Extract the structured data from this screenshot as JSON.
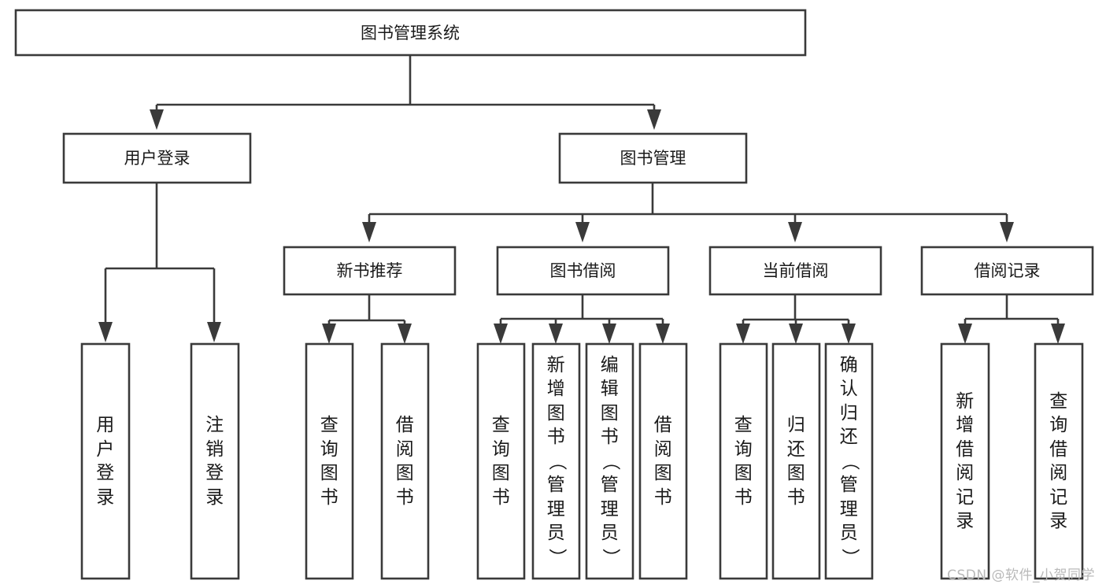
{
  "diagram": {
    "type": "tree-hierarchy-diagram",
    "title": "图书管理系统",
    "watermark": "CSDN @软件_小贺同学",
    "colors": {
      "box_stroke": "#3a3a3a",
      "box_fill": "#ffffff",
      "text": "#1a1a1a",
      "background": "#ffffff",
      "watermark": "#b9b9b9"
    },
    "levels": {
      "root": {
        "label": "图书管理系统"
      },
      "level2": [
        {
          "id": "user-login",
          "label": "用户登录"
        },
        {
          "id": "book-management",
          "label": "图书管理"
        }
      ],
      "level3": [
        {
          "id": "new-book-recommend",
          "label": "新书推荐",
          "parent": "book-management"
        },
        {
          "id": "book-borrow",
          "label": "图书借阅",
          "parent": "book-management"
        },
        {
          "id": "current-borrow",
          "label": "当前借阅",
          "parent": "book-management"
        },
        {
          "id": "borrow-record",
          "label": "借阅记录",
          "parent": "book-management"
        }
      ],
      "leaves": [
        {
          "id": "leaf-user-login",
          "label": "用户登录",
          "parent": "user-login"
        },
        {
          "id": "leaf-logout-login",
          "label": "注销登录",
          "parent": "user-login"
        },
        {
          "id": "leaf-query-book-1",
          "label": "查询图书",
          "parent": "new-book-recommend"
        },
        {
          "id": "leaf-borrow-book-1",
          "label": "借阅图书",
          "parent": "new-book-recommend"
        },
        {
          "id": "leaf-query-book-2",
          "label": "查询图书",
          "parent": "book-borrow"
        },
        {
          "id": "leaf-add-book",
          "label": "新增图书（管理员）",
          "parent": "book-borrow"
        },
        {
          "id": "leaf-edit-book",
          "label": "编辑图书（管理员）",
          "parent": "book-borrow"
        },
        {
          "id": "leaf-borrow-book-2",
          "label": "借阅图书",
          "parent": "book-borrow"
        },
        {
          "id": "leaf-query-book-3",
          "label": "查询图书",
          "parent": "current-borrow"
        },
        {
          "id": "leaf-return-book",
          "label": "归还图书",
          "parent": "current-borrow"
        },
        {
          "id": "leaf-confirm-return",
          "label": "确认归还（管理员）",
          "parent": "current-borrow"
        },
        {
          "id": "leaf-add-record",
          "label": "新增借阅记录",
          "parent": "borrow-record"
        },
        {
          "id": "leaf-query-record",
          "label": "查询借阅记录",
          "parent": "borrow-record"
        }
      ]
    }
  }
}
